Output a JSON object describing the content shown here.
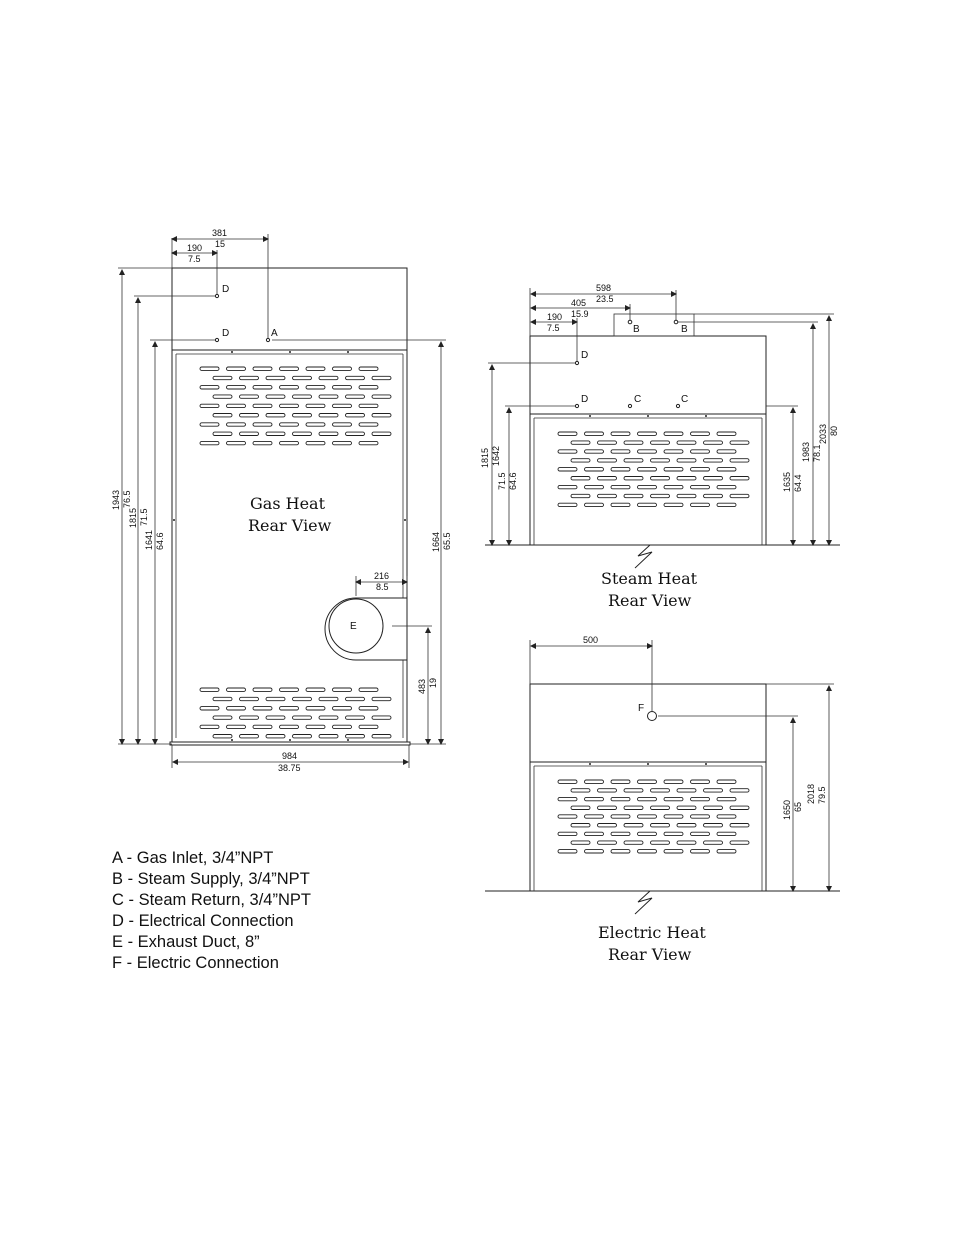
{
  "views": {
    "gas": {
      "title_line1": "Gas Heat",
      "title_line2": "Rear View",
      "dims": {
        "top_total_mm": "381",
        "top_total_in": "15",
        "top_left_mm": "190",
        "top_left_in": "7.5",
        "h_total_mm": "1943",
        "h_total_in": "76.5",
        "h_mid_mm": "1815",
        "h_mid_in": "71.5",
        "h_low_mm": "1641",
        "h_low_in": "64.6",
        "h_right_mm": "1664",
        "h_right_in": "65.5",
        "exh_off_mm": "216",
        "exh_off_in": "8.5",
        "exh_h_mm": "483",
        "exh_h_in": "19",
        "width_mm": "984",
        "width_in": "38.75"
      },
      "labels": {
        "d_upper": "D",
        "d_lower": "D",
        "a": "A",
        "e": "E"
      }
    },
    "steam": {
      "title_line1": "Steam Heat",
      "title_line2": "Rear View",
      "dims": {
        "top_total_mm": "598",
        "top_total_in": "23.5",
        "top_mid_mm": "405",
        "top_mid_in": "15.9",
        "top_left_mm": "190",
        "top_left_in": "7.5",
        "h_left_mm": "1815",
        "h_left_in": "71.5",
        "h_left2_mm": "1642",
        "h_left2_in": "64.6",
        "h_r1_mm": "1635",
        "h_r1_in": "64.4",
        "h_r2_mm": "1983",
        "h_r2_in": "78.1",
        "h_r3_mm": "2033",
        "h_r3_in": "80"
      },
      "labels": {
        "b1": "B",
        "b2": "B",
        "d_upper": "D",
        "d_lower": "D",
        "c1": "C",
        "c2": "C"
      }
    },
    "electric": {
      "title_line1": "Electric Heat",
      "title_line2": "Rear View",
      "dims": {
        "top_mm": "500",
        "h_r1_mm": "1650",
        "h_r1_in": "65",
        "h_r2_mm": "2018",
        "h_r2_in": "79.5"
      },
      "labels": {
        "f": "F"
      }
    }
  },
  "legend": [
    "A - Gas Inlet, 3/4”NPT",
    "B - Steam Supply, 3/4”NPT",
    "C - Steam Return, 3/4”NPT",
    "D - Electrical Connection",
    "E - Exhaust Duct, 8”",
    "F - Electric Connection"
  ]
}
